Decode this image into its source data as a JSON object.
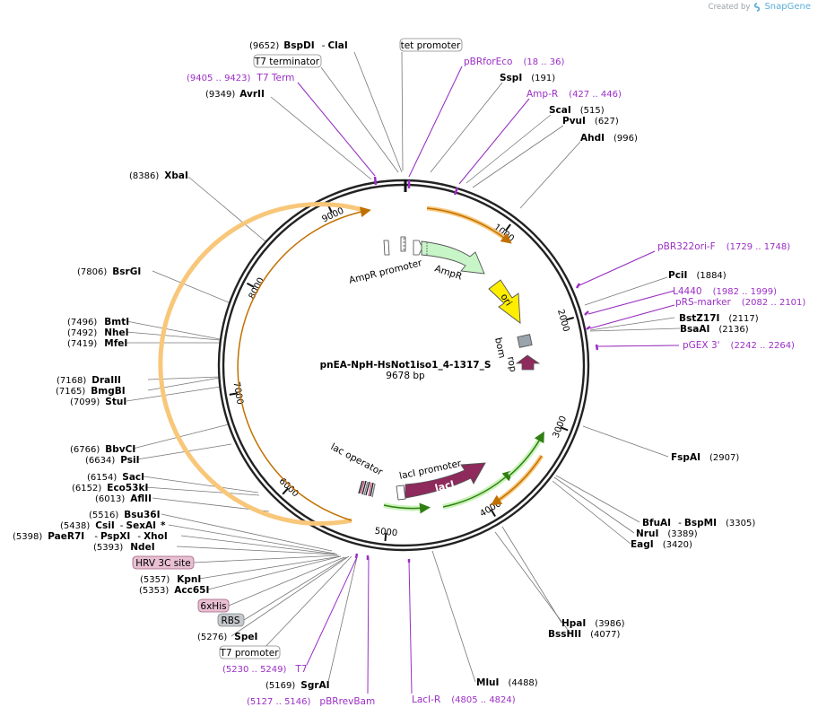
{
  "brand": {
    "created_by": "Created by",
    "product": "SnapGene"
  },
  "map": {
    "name": "pnEA-NpH-HsNot1iso1_4-1317_S",
    "length_text": "9678 bp",
    "length": 9678,
    "ticks": [
      {
        "label": "1000",
        "pos": 1000
      },
      {
        "label": "2000",
        "pos": 2000
      },
      {
        "label": "3000",
        "pos": 3000
      },
      {
        "label": "4000",
        "pos": 4000
      },
      {
        "label": "5000",
        "pos": 5000
      },
      {
        "label": "6000",
        "pos": 6000
      },
      {
        "label": "7000",
        "pos": 7000
      },
      {
        "label": "8000",
        "pos": 8000
      },
      {
        "label": "9000",
        "pos": 9000
      }
    ]
  },
  "features": {
    "ampr_promoter": "AmpR promoter",
    "ampr": "AmpR",
    "ori": "ori",
    "bom": "bom",
    "rop": "rop",
    "laci_promoter": "lacI promoter",
    "laci": "lacI",
    "lac_operator": "lac operator"
  },
  "labels": {
    "bspdi": {
      "pos": "(9652)",
      "name": "BspDI",
      "sep": "-",
      "name2": "ClaI"
    },
    "tet_promoter": {
      "text": "tet promoter"
    },
    "t7_terminator": {
      "text": "T7 terminator"
    },
    "pbrforeco": {
      "name": "pBRforEco",
      "range": "(18 .. 36)"
    },
    "t7_term": {
      "range": "(9405 .. 9423)",
      "name": "T7 Term"
    },
    "sspi": {
      "name": "SspI",
      "pos": "(191)"
    },
    "avrii": {
      "pos": "(9349)",
      "name": "AvrII"
    },
    "amp_r": {
      "name": "Amp-R",
      "range": "(427 .. 446)"
    },
    "scai": {
      "name": "ScaI",
      "pos": "(515)"
    },
    "pvui": {
      "name": "PvuI",
      "pos": "(627)"
    },
    "ahdi": {
      "name": "AhdI",
      "pos": "(996)"
    },
    "xbai": {
      "pos": "(8386)",
      "name": "XbaI"
    },
    "pbr322ori_f": {
      "name": "pBR322ori-F",
      "range": "(1729 .. 1748)"
    },
    "bsrgi": {
      "pos": "(7806)",
      "name": "BsrGI"
    },
    "pcii": {
      "name": "PciI",
      "pos": "(1884)"
    },
    "l4440": {
      "name": "L4440",
      "range": "(1982 .. 1999)"
    },
    "prs_marker": {
      "name": "pRS-marker",
      "range": "(2082 .. 2101)"
    },
    "bstz17i": {
      "name": "BstZ17I",
      "pos": "(2117)"
    },
    "bsaai": {
      "name": "BsaAI",
      "pos": "(2136)"
    },
    "pgex3": {
      "name": "pGEX 3'",
      "range": "(2242 .. 2264)"
    },
    "bmti": {
      "pos": "(7496)",
      "name": "BmtI"
    },
    "nhei": {
      "pos": "(7492)",
      "name": "NheI"
    },
    "mfei": {
      "pos": "(7419)",
      "name": "MfeI"
    },
    "draiii": {
      "pos": "(7168)",
      "name": "DraIII"
    },
    "bmgbi": {
      "pos": "(7165)",
      "name": "BmgBI"
    },
    "stui": {
      "pos": "(7099)",
      "name": "StuI"
    },
    "bbvci": {
      "pos": "(6766)",
      "name": "BbvCI"
    },
    "psii": {
      "pos": "(6634)",
      "name": "PsiI"
    },
    "fspai": {
      "name": "FspAI",
      "pos": "(2907)"
    },
    "saci": {
      "pos": "(6154)",
      "name": "SacI"
    },
    "eco53ki": {
      "pos": "(6152)",
      "name": "Eco53kI"
    },
    "aflii": {
      "pos": "(6013)",
      "name": "AflII"
    },
    "bfuai": {
      "name": "BfuAI",
      "sep": "-",
      "name2": "BspMI",
      "pos": "(3305)"
    },
    "nrui": {
      "name": "NruI",
      "pos": "(3389)"
    },
    "eagi": {
      "name": "EagI",
      "pos": "(3420)"
    },
    "bsu36i": {
      "pos": "(5516)",
      "name": "Bsu36I"
    },
    "csii": {
      "pos": "(5438)",
      "name": "CsiI",
      "sep": "-",
      "name2": "SexAI",
      "star": "*"
    },
    "paer7i": {
      "pos": "(5398)",
      "name": "PaeR7I",
      "sep": "-",
      "name2": "PspXI",
      "sep2": "-",
      "name3": "XhoI"
    },
    "ndei": {
      "pos": "(5393)",
      "name": "NdeI"
    },
    "hrv3c": {
      "text": "HRV 3C site"
    },
    "kpni": {
      "pos": "(5357)",
      "name": "KpnI"
    },
    "acc65i": {
      "pos": "(5353)",
      "name": "Acc65I"
    },
    "his6": {
      "text": "6xHis"
    },
    "rbs": {
      "text": "RBS"
    },
    "spei": {
      "pos": "(5276)",
      "name": "SpeI"
    },
    "t7_promoter": {
      "text": "T7 promoter"
    },
    "t7": {
      "range": "(5230 .. 5249)",
      "name": "T7"
    },
    "hpai": {
      "name": "HpaI",
      "pos": "(3986)"
    },
    "bsshii": {
      "name": "BssHII",
      "pos": "(4077)"
    },
    "sgrai": {
      "pos": "(5169)",
      "name": "SgrAI"
    },
    "mlui": {
      "name": "MluI",
      "pos": "(4488)"
    },
    "pbrrevbam": {
      "range": "(5127 .. 5146)",
      "name": "pBRrevBam"
    },
    "laci_r": {
      "name": "LacI-R",
      "range": "(4805 .. 4824)"
    }
  },
  "colors": {
    "primer": "#9b2ec5",
    "orange": "#f5a623",
    "green": "#3a9a1a",
    "laci": "#8e2a5c",
    "ori": "#ffee00",
    "ampr": "#c8f5c8",
    "bom": "#9aa4ad",
    "badge_pink": "#e8c0d2",
    "badge_grey": "#c4c8cc",
    "brand": "#5aaed8"
  }
}
